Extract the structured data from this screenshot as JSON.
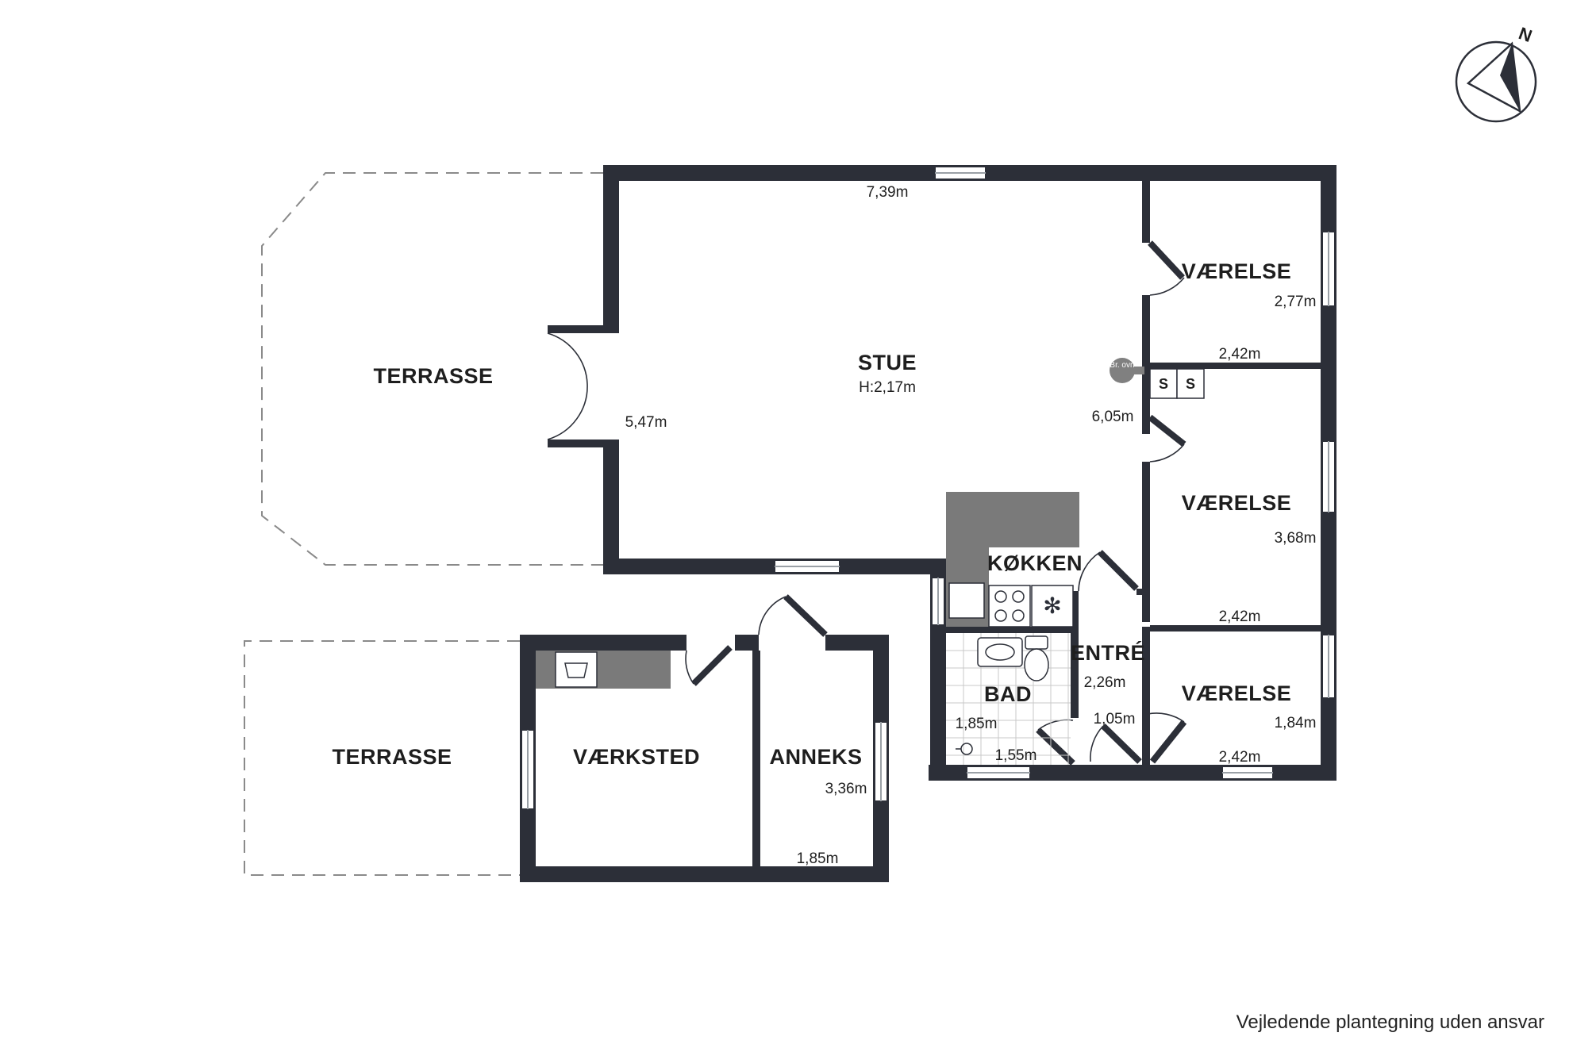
{
  "compass": {
    "north_label": "N"
  },
  "rooms": {
    "terrasse_main": "TERRASSE",
    "stue": "STUE",
    "stue_height": "H:2,17m",
    "vaerelse_1": "VÆRELSE",
    "vaerelse_2": "VÆRELSE",
    "vaerelse_3": "VÆRELSE",
    "koekken": "KØKKEN",
    "entre": "ENTRÉ",
    "bad": "BAD",
    "terrasse_2": "TERRASSE",
    "vaerksted": "VÆRKSTED",
    "anneks": "ANNEKS"
  },
  "dimensions": {
    "stue_width": "7,39m",
    "stue_depth": "5,47m",
    "stue_right": "6,05m",
    "vaerelse_1_depth": "2,77m",
    "vaerelse_1_width": "2,42m",
    "vaerelse_2_depth": "3,68m",
    "vaerelse_2_width": "2,42m",
    "vaerelse_3_depth": "1,84m",
    "vaerelse_3_width": "2,42m",
    "entre_depth": "2,26m",
    "entre_width": "1,05m",
    "bad_depth": "1,85m",
    "bad_width": "1,55m",
    "anneks_depth": "3,36m",
    "anneks_width": "1,85m"
  },
  "fixtures": {
    "oven_label": "Br. ovn",
    "cabinet_1": "S",
    "cabinet_2": "S"
  },
  "caption": "Vejledende plantegning uden ansvar"
}
